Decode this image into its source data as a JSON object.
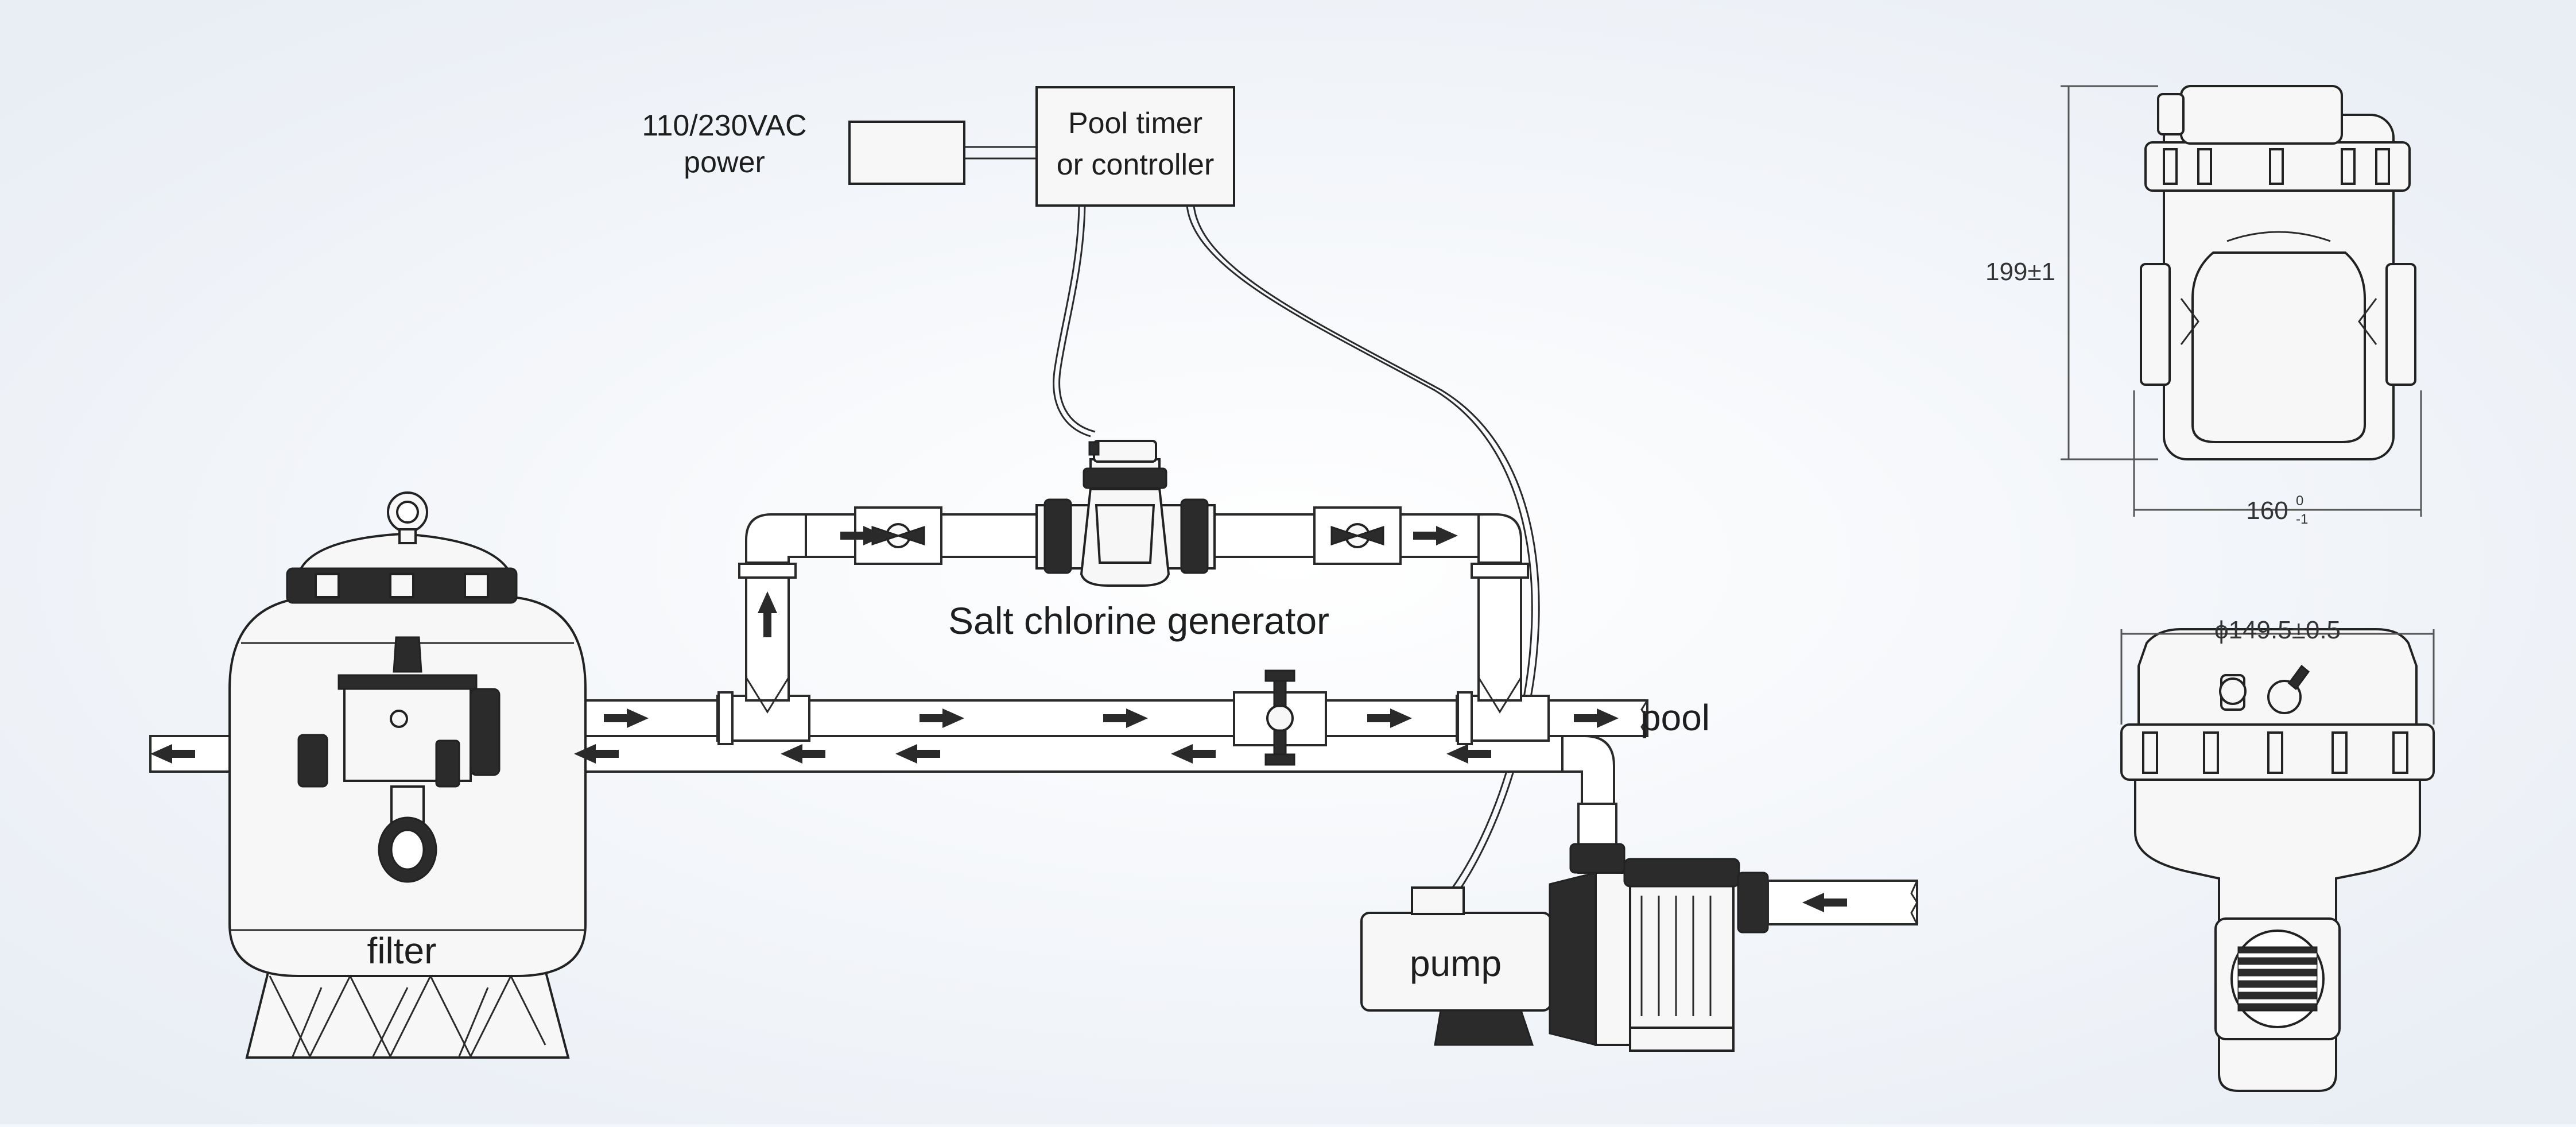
{
  "labels": {
    "power": [
      "110/230VAC",
      "power"
    ],
    "timer": [
      "Pool timer",
      "or controller"
    ],
    "generator": "Salt chlorine generator",
    "pool": "pool",
    "filter": "filter",
    "pump": "pump"
  },
  "dimensions": {
    "height": "199±1",
    "width": "160",
    "width_tol_upper": "0",
    "width_tol_lower": "-1",
    "diameter": "ϕ149.5±0.5"
  },
  "colors": {
    "background": "#f3f6fa",
    "line": "#2a2a2a",
    "dark_part": "#2b2b2b"
  }
}
